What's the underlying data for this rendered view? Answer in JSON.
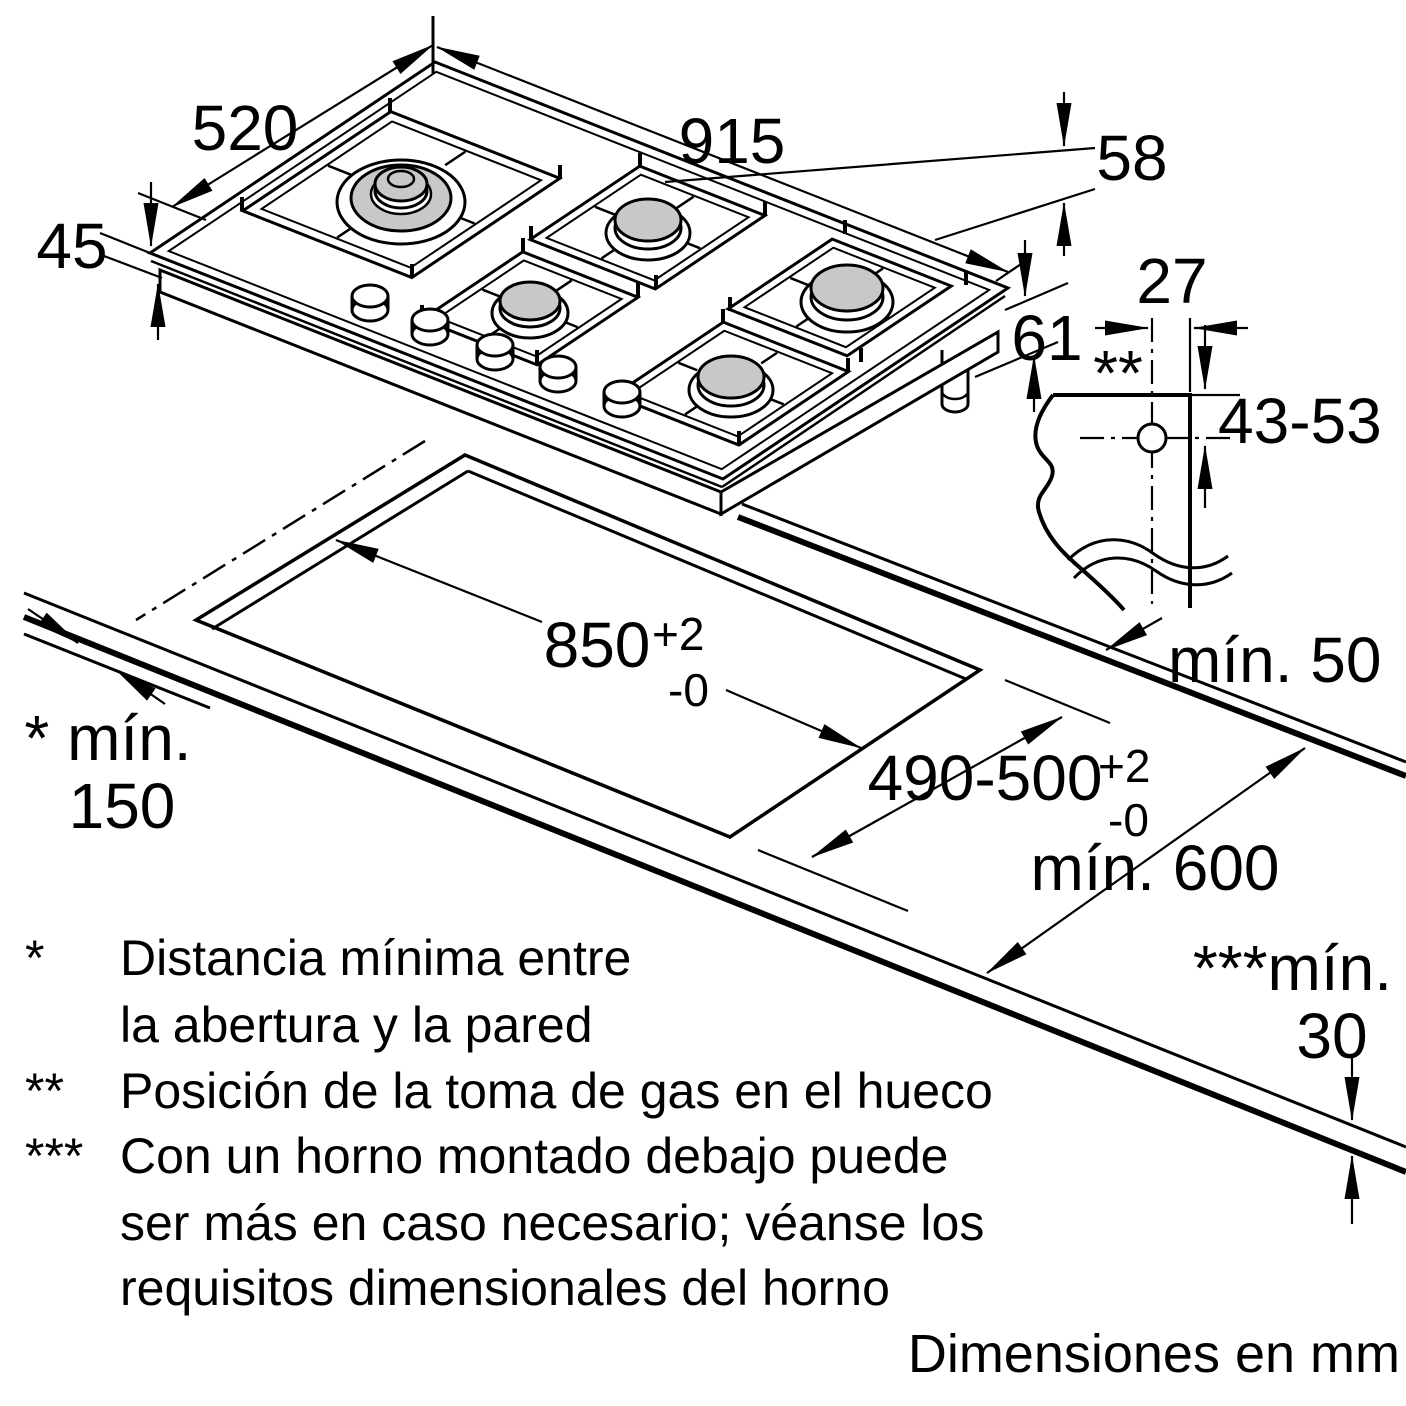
{
  "colors": {
    "ink": "#000000",
    "paper": "#ffffff",
    "burner_gray": "#c8c8c8"
  },
  "dims": {
    "hob_width": "915",
    "hob_depth": "520",
    "hob_height": "45",
    "grate_height": "58",
    "pipe_length": "61",
    "gas_offset": "27",
    "gas_marker": "**",
    "gas_depth_range": "43-53",
    "edge_min": "mín. 50",
    "cutout_width": {
      "value": "850",
      "sup": "+2",
      "sub": "-0"
    },
    "cutout_depth": {
      "value": "490-500",
      "sup": "+2",
      "sub": "-0"
    },
    "worktop_depth_min": "mín. 600",
    "wall_min_label": "* mín.",
    "wall_min_value": "150",
    "thickness_label": "***mín.",
    "thickness_value": "30"
  },
  "footnotes": [
    {
      "marker": "*",
      "lines": [
        "Distancia mínima entre",
        "la abertura y la pared"
      ]
    },
    {
      "marker": "**",
      "lines": [
        "Posición de la toma de gas en el hueco"
      ]
    },
    {
      "marker": "***",
      "lines": [
        "Con un horno montado debajo puede",
        "ser más en caso necesario; véanse los",
        "requisitos dimensionales del horno"
      ]
    }
  ],
  "units_note": "Dimensiones en mm"
}
